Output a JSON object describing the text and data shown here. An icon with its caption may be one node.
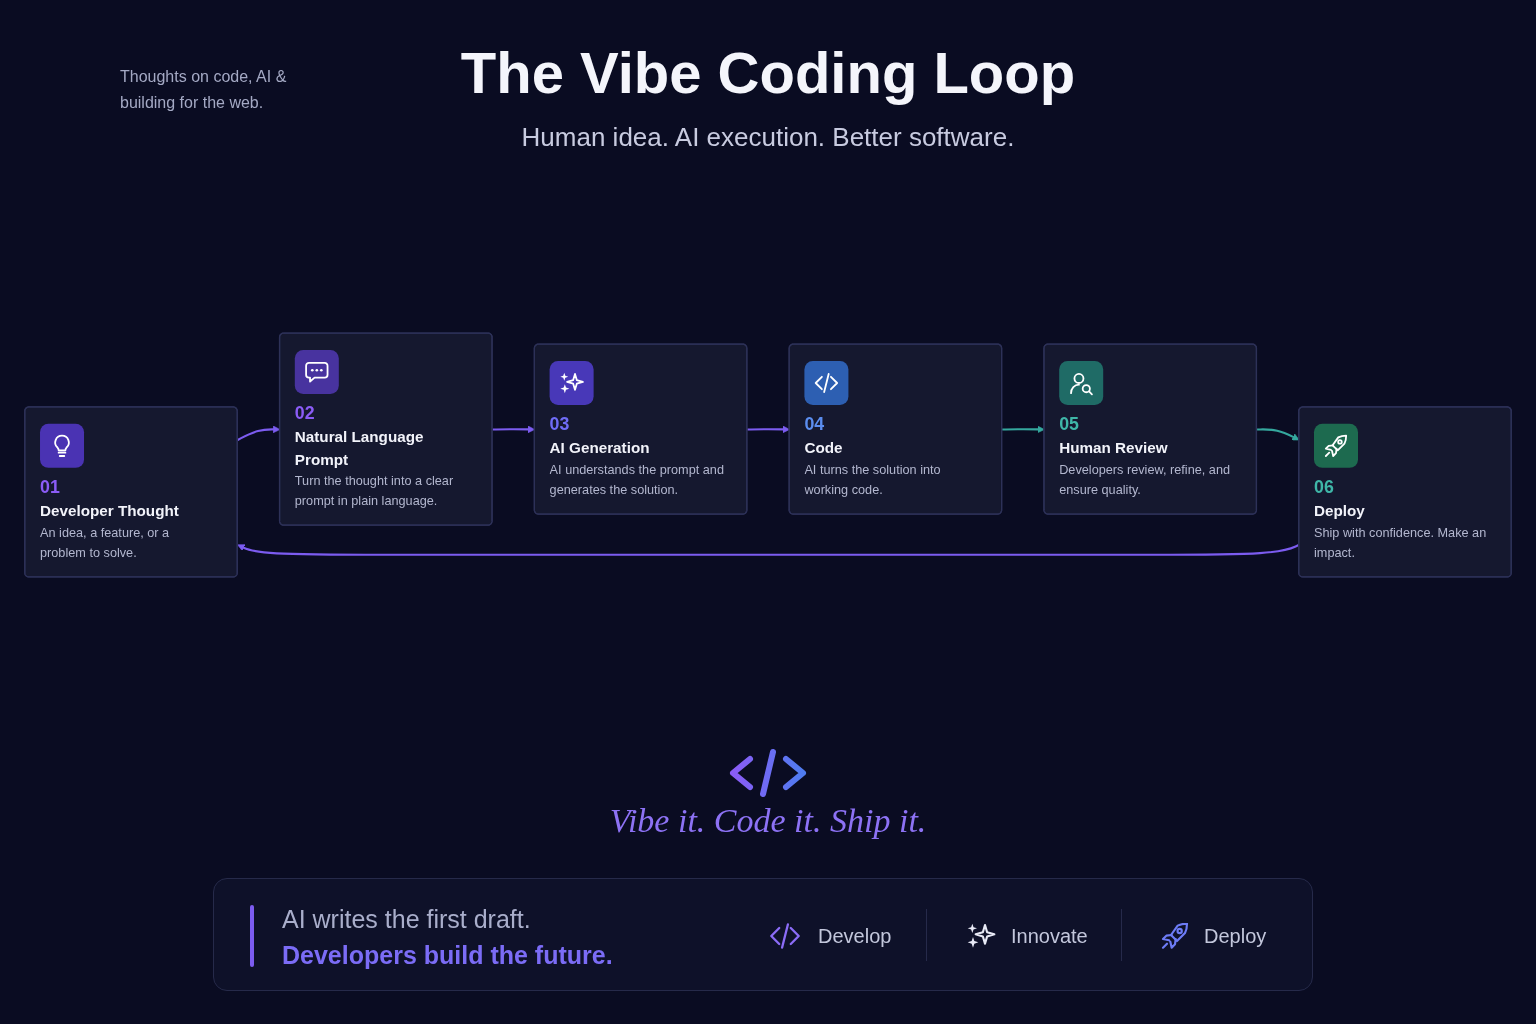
{
  "diagram": {
    "title": "The Vibe Coding Loop",
    "nodes": [
      {
        "text": [
          "01",
          "Developer Thought",
          "An idea, a feature, or a problem to solve."
        ]
      },
      {
        "text": [
          "02",
          "Natural Language Prompt",
          "Turn the thought into a clear prompt in plain language."
        ]
      },
      {
        "text": [
          "03",
          "AI Generation",
          "AI understands the prompt and generates the solution."
        ]
      },
      {
        "text": [
          "04",
          "Code",
          "AI turns the solution into working code."
        ]
      },
      {
        "text": [
          "05",
          "Human Review",
          "Developers review, refine, and ensure quality."
        ]
      },
      {
        "text": [
          "06",
          "Deploy",
          "Ship with confidence. Make an impact."
        ]
      }
    ],
    "edges": [
      {
        "from": 0,
        "to": 1,
        "arrow": "to"
      },
      {
        "from": 1,
        "to": 2,
        "arrow": "to"
      },
      {
        "from": 2,
        "to": 3,
        "arrow": "to"
      },
      {
        "from": 3,
        "to": 4,
        "arrow": "to",
        "color": "#35a89e"
      },
      {
        "from": 4,
        "to": 5,
        "arrow": "to",
        "color": "#35a89e"
      },
      {
        "from": 5,
        "to": 0,
        "arrow": "to"
      }
    ],
    "labels": [
      "Thoughts on code, AI & building for the web.",
      "Human idea. AI execution. Better software.",
      "Vibe it. Code it. Ship it.",
      "AI writes the first draft.",
      "Developers build the future.",
      "Develop",
      "Innovate",
      "Deploy"
    ]
  }
}
